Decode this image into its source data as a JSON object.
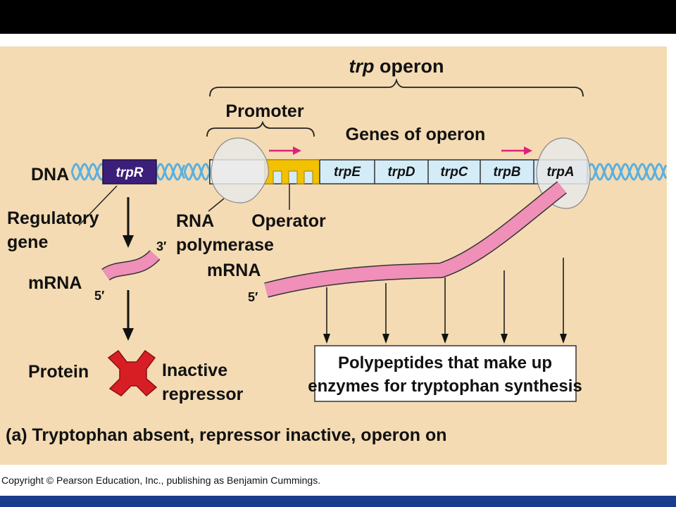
{
  "colors": {
    "background": "#f4dbb3",
    "dna_helix": "#5ab0e0",
    "gene_box": "#d3ecf8",
    "trpR_box": "#3b1f7a",
    "operator": "#f2c200",
    "mrna": "#f08fb8",
    "arrow_pink": "#e0207a",
    "repressor": "#d81e25",
    "polymerase": "#e8e8e8"
  },
  "labels": {
    "trp_operon_italic": "trp",
    "trp_operon_rest": " operon",
    "promoter": "Promoter",
    "genes_of_operon": "Genes of operon",
    "dna": "DNA",
    "trpR": "trpR",
    "regulatory_line1": "Regulatory",
    "regulatory_line2": "gene",
    "rna_line1": "RNA",
    "rna_line2": "polymerase",
    "operator": "Operator",
    "mrna_left": "mRNA",
    "mrna_right": "mRNA",
    "three_prime": "3′",
    "five_prime_left": "5′",
    "five_prime_right": "5′",
    "protein": "Protein",
    "inactive_line1": "Inactive",
    "inactive_line2": "repressor",
    "polypeptides_line1": "Polypeptides that make up",
    "polypeptides_line2": "enzymes for tryptophan synthesis",
    "caption": "(a) Tryptophan absent, repressor inactive, operon on",
    "copyright": "Copyright © Pearson Education, Inc., publishing as Benjamin Cummings."
  },
  "genes": [
    "trpE",
    "trpD",
    "trpC",
    "trpB",
    "trpA"
  ]
}
